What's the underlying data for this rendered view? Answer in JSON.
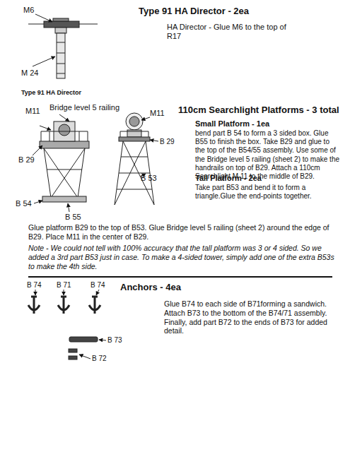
{
  "diagram": {
    "labels": [
      "M6",
      "Type 91 HA Director - 2ea",
      "HA Director - Glue M6 to the top of R17",
      "M 24",
      "Type 91 HA Director",
      "Bridge level 5 railing",
      "M11",
      "M11",
      "110cm Searchlight Platforms - 3 total",
      "B 29",
      "B 29",
      "Small Platform - 1ea",
      "bend part B 54 to form a 3 sided box. Glue B55 to finish the box. Take B29 and glue to the top of the B54/55 assembly. Use some of the Bridge level 5 railing (sheet 2) to make the handrails on top of B29. Attach a 110cm Searchlight M 11 to the middle of B29.",
      "B 53",
      "Tall Platform - 2ea",
      "Take part B53 and bend it to form a triangle.Glue the end-points together.",
      "B 54",
      "B 55",
      "Glue platform B29 to the top of B53. Glue Bridge level 5 railing (sheet 2) around the edge of B29. Place M11 in the center of B29.",
      "Note - We could not tell with 100% accuracy that the tall platform was 3 or 4 sided. So we added a 3rd part B53 just in case. To make a 4-sided tower, simply add one of the extra B53s to make the 4th side.",
      "B 74",
      "B 71",
      "B 74",
      "Anchors - 4ea",
      "Glue B74 to each side of B71forming a sandwich. Attach B73 to the bottom of the B74/71 assembly. Finally, add part B72 to the ends of B73 for added detail.",
      "B 73",
      "B 72"
    ]
  }
}
